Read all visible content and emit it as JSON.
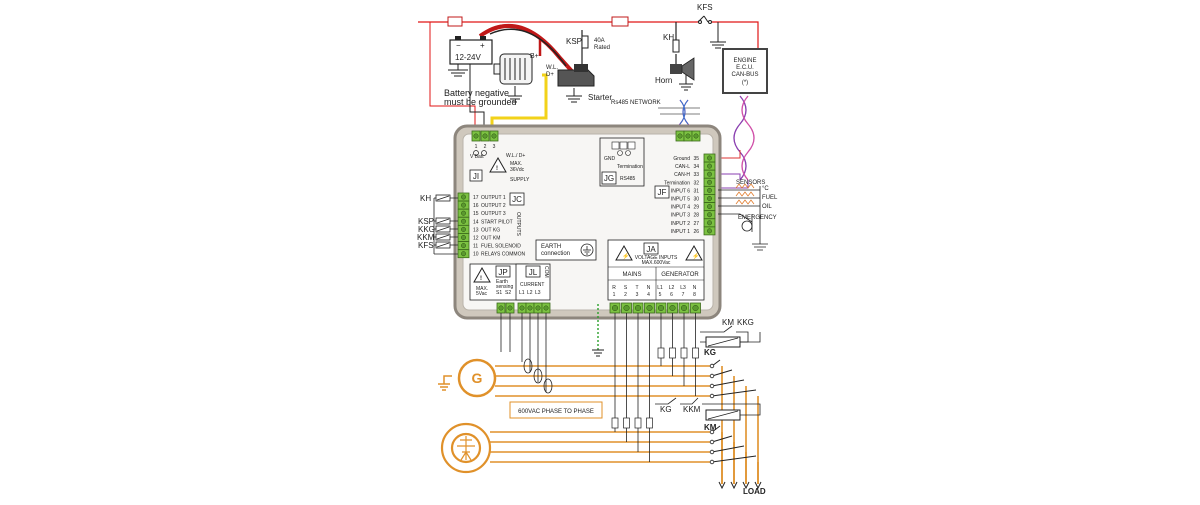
{
  "top": {
    "fuse_kfs": "KFS",
    "battery_voltage": "12-24V",
    "battery_note_1": "Battery negative",
    "battery_note_2": "must  be grounded",
    "alt_b_plus": "B+",
    "alt_wl": "W.L.",
    "alt_d_plus": "D+",
    "ksp": "KSP",
    "relay_rating_1": "40A",
    "relay_rating_2": "Rated",
    "starter": "Starter",
    "kh": "KH",
    "horn": "Horn",
    "ecu_1": "ENGINE",
    "ecu_2": "E.C.U.",
    "ecu_3": "CAN-BUS",
    "ecu_4": "(*)",
    "rs485_network": "Rs485 NETWORK"
  },
  "controller": {
    "supply_pins": [
      "1",
      "2",
      "3"
    ],
    "vbatt": "V Batt",
    "wl_d": "W.L./ D+",
    "max_36vdc_1": "MAX.",
    "max_36vdc_2": "36Vdc",
    "supply": "SUPPLY",
    "ji": "JI",
    "jc": "JC",
    "jg": "JG",
    "jf": "JF",
    "ja": "JA",
    "jp": "JP",
    "jl": "JL",
    "rs485": "RS485",
    "gnd": "GND",
    "termination": "Termination",
    "outputs_side": "OUTPUTS",
    "outputs": [
      {
        "pin": "17",
        "label": "OUTPUT 1"
      },
      {
        "pin": "16",
        "label": "OUTPUT 2"
      },
      {
        "pin": "15",
        "label": "OUTPUT 3"
      },
      {
        "pin": "14",
        "label": "START PILOT"
      },
      {
        "pin": "13",
        "label": "OUT KG"
      },
      {
        "pin": "12",
        "label": "OUT KM"
      },
      {
        "pin": "11",
        "label": "FUEL SOLENOID"
      },
      {
        "pin": "10",
        "label": "RELAYS COMMON"
      }
    ],
    "inputs": [
      {
        "pin": "35",
        "label": "Ground"
      },
      {
        "pin": "34",
        "label": "CAN-L"
      },
      {
        "pin": "33",
        "label": "CAN-H"
      },
      {
        "pin": "32",
        "label": "Termination"
      },
      {
        "pin": "31",
        "label": "INPUT 6"
      },
      {
        "pin": "30",
        "label": "INPUT 5"
      },
      {
        "pin": "29",
        "label": "INPUT 4"
      },
      {
        "pin": "28",
        "label": "INPUT 3"
      },
      {
        "pin": "27",
        "label": "INPUT 2"
      },
      {
        "pin": "26",
        "label": "INPUT 1"
      }
    ],
    "earth_1": "EARTH",
    "earth_2": "connection",
    "voltage_inputs_1": "VOLTAGE INPUTS",
    "voltage_inputs_2": "MAX.600Vac",
    "mains": "MAINS",
    "generator": "GENERATOR",
    "ja_labels": [
      "R",
      "S",
      "T",
      "N",
      "L1",
      "L2",
      "L3",
      "N"
    ],
    "ja_pins": [
      "1",
      "2",
      "3",
      "4",
      "5",
      "6",
      "7",
      "8"
    ],
    "jp_max_1": "MAX.",
    "jp_max_2": "5Vac",
    "jp_earth_1": "Earth",
    "jp_earth_2": "sensing",
    "jp_pins": [
      "S1",
      "S2"
    ],
    "current": "CURRENT",
    "jl_pins": [
      "L1",
      "L2",
      "L3"
    ],
    "com": "COM"
  },
  "right": {
    "sensors": "SENSORS",
    "temp": "°C",
    "fuel": "FUEL",
    "oil": "OIL",
    "emergency": "EMERGENCY"
  },
  "left": {
    "kh": "KH",
    "ksp": "KSP",
    "kkg": "KKG",
    "kkm": "KKM",
    "kfs": "KFS"
  },
  "bottom": {
    "km_top": "KM",
    "kkg_top": "KKG",
    "kg_coil": "KG",
    "gen_symbol": "G",
    "phase_note": "600VAC PHASE TO PHASE",
    "kg_mid": "KG",
    "kkm_mid": "KKM",
    "km_coil": "KM",
    "load": "LOAD"
  }
}
